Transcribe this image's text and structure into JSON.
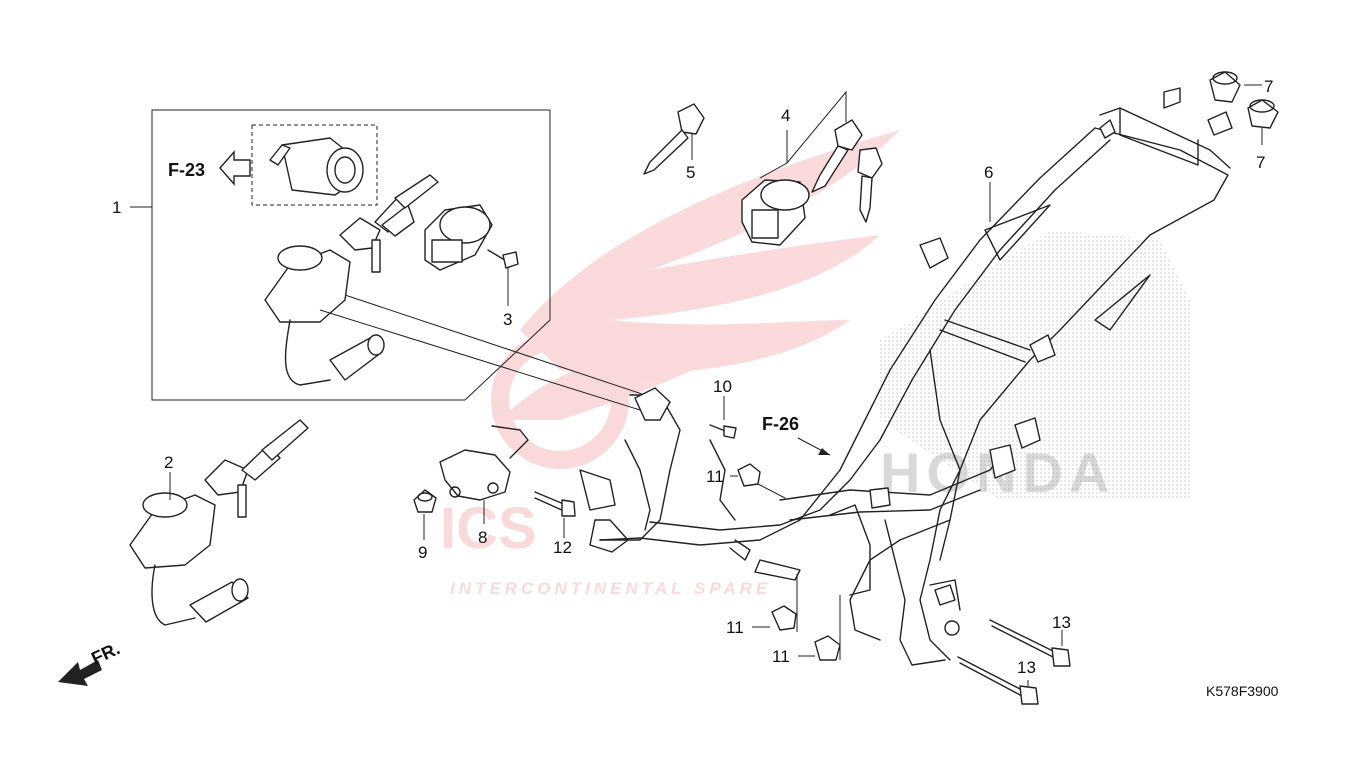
{
  "diagram": {
    "ref_labels": {
      "f23": "F-23",
      "f26": "F-26",
      "fr": "FR."
    },
    "callouts": {
      "c1": "1",
      "c2": "2",
      "c3": "3",
      "c4": "4",
      "c5": "5",
      "c6": "6",
      "c7a": "7",
      "c7b": "7",
      "c8": "8",
      "c9": "9",
      "c10": "10",
      "c11a": "11",
      "c11b": "11",
      "c11c": "11",
      "c12": "12",
      "c13a": "13",
      "c13b": "13"
    },
    "diagram_code": "K578F3900"
  },
  "watermark": {
    "company": "INTERCONTINENTAL SPARE",
    "big_letters": "ICS",
    "brand": "HONDA",
    "color": "#e8555a"
  }
}
